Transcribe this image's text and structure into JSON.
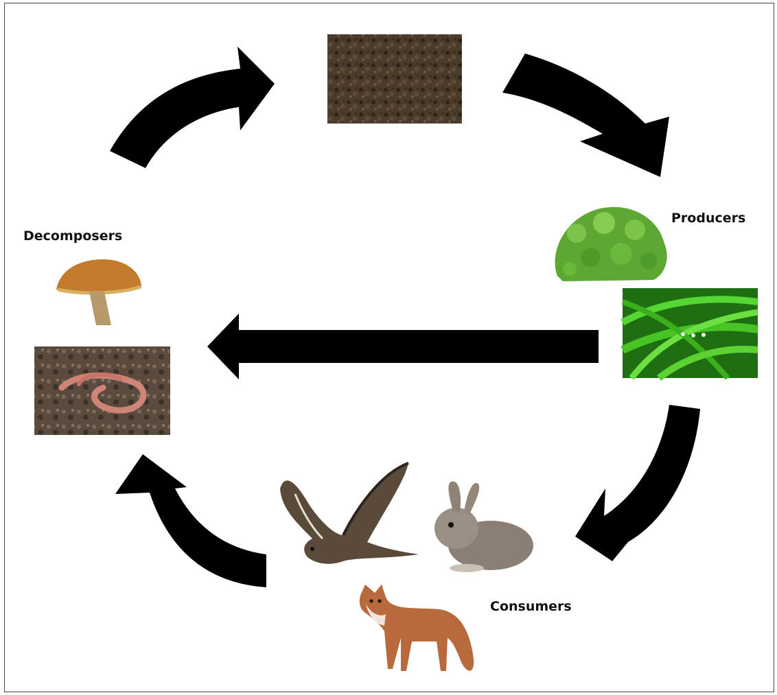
{
  "labels": {
    "decomposers": "Decomposers",
    "producers": "Producers",
    "consumers": "Consumers"
  },
  "nodes": [
    {
      "id": "soil",
      "icon": "soil-photo"
    },
    {
      "id": "producers",
      "icons": [
        "lettuce-photo",
        "grass-photo"
      ]
    },
    {
      "id": "consumers",
      "icons": [
        "hawk-photo",
        "rabbit-photo",
        "fox-photo"
      ]
    },
    {
      "id": "decomposers",
      "icons": [
        "mushroom-photo",
        "earthworm-photo"
      ]
    }
  ],
  "edges": [
    {
      "from": "decomposers",
      "to": "soil"
    },
    {
      "from": "soil",
      "to": "producers"
    },
    {
      "from": "producers",
      "to": "consumers"
    },
    {
      "from": "producers",
      "to": "decomposers"
    },
    {
      "from": "consumers",
      "to": "decomposers"
    }
  ],
  "colors": {
    "arrow": "#000000",
    "soil": "#4a3b2a",
    "leaf": "#5da832",
    "grass": "#3fbf1f"
  }
}
